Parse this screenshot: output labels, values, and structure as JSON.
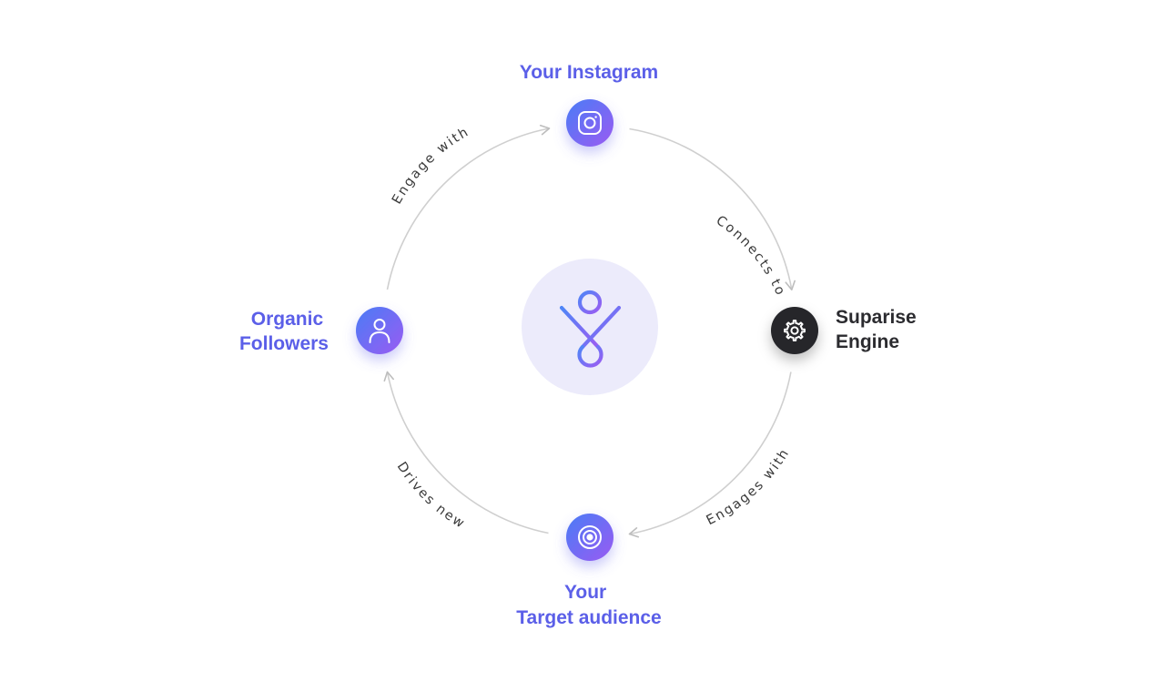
{
  "colors": {
    "accent": "#5b5fe8",
    "gradient_start": "#4a7cf6",
    "gradient_end": "#9a5bf2",
    "dark_node": "#26272b",
    "center_bg": "#ecebfb",
    "connector": "#cfcfcf",
    "dark_text": "#2b2b2f"
  },
  "nodes": {
    "instagram": {
      "label": "Your Instagram",
      "icon": "instagram-icon"
    },
    "engine": {
      "label_lines": [
        "Suparise",
        "Engine"
      ],
      "icon": "gear-icon"
    },
    "audience": {
      "label_lines": [
        "Your",
        "Target audience"
      ],
      "icon": "target-icon"
    },
    "followers": {
      "label_lines": [
        "Organic",
        "Followers"
      ],
      "icon": "user-icon"
    }
  },
  "center": {
    "icon": "suparise-logo-icon"
  },
  "connectors": {
    "instagram_to_engine": "Connects to",
    "engine_to_audience": "Engages with",
    "audience_to_followers": "Drives new",
    "followers_to_instagram": "Engage with"
  }
}
